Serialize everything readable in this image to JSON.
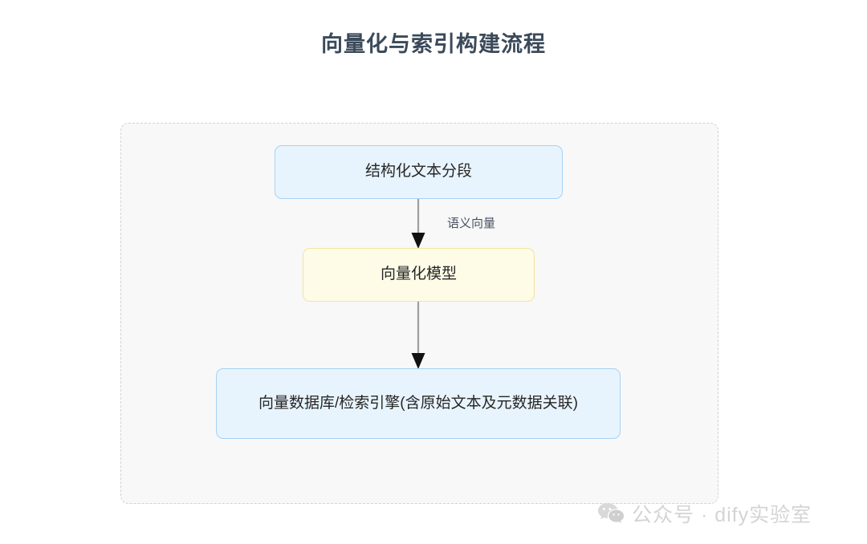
{
  "page": {
    "title": "向量化与索引构建流程",
    "background_color": "#ffffff",
    "title_color": "#3b4a5a"
  },
  "diagram": {
    "container": {
      "fill": "#f8f8f8",
      "border_color": "#d3d3d3",
      "border_style": "dashed"
    },
    "nodes": [
      {
        "id": "chunking",
        "label": "结构化文本分段",
        "fill": "#e8f4fd",
        "border_color": "#a6d2f4"
      },
      {
        "id": "embedding",
        "label": "向量化模型",
        "fill": "#fefbe7",
        "border_color": "#f4e3a1"
      },
      {
        "id": "vectordb",
        "label": "向量数据库/检索引擎(含原始文本及元数据关联)",
        "fill": "#e8f4fd",
        "border_color": "#a6d2f4"
      }
    ],
    "edges": [
      {
        "id": "chunking-to-embedding",
        "from": "chunking",
        "to": "embedding",
        "label": "语义向量",
        "line_color": "#9e9e9e",
        "arrow_color": "#111111"
      },
      {
        "id": "embedding-to-vectordb",
        "from": "embedding",
        "to": "vectordb",
        "label": "",
        "line_color": "#9e9e9e",
        "arrow_color": "#111111"
      }
    ]
  },
  "watermark": {
    "icon": "wechat-icon",
    "text": "公众号 · dify实验室",
    "color": "#d4d4d4"
  }
}
